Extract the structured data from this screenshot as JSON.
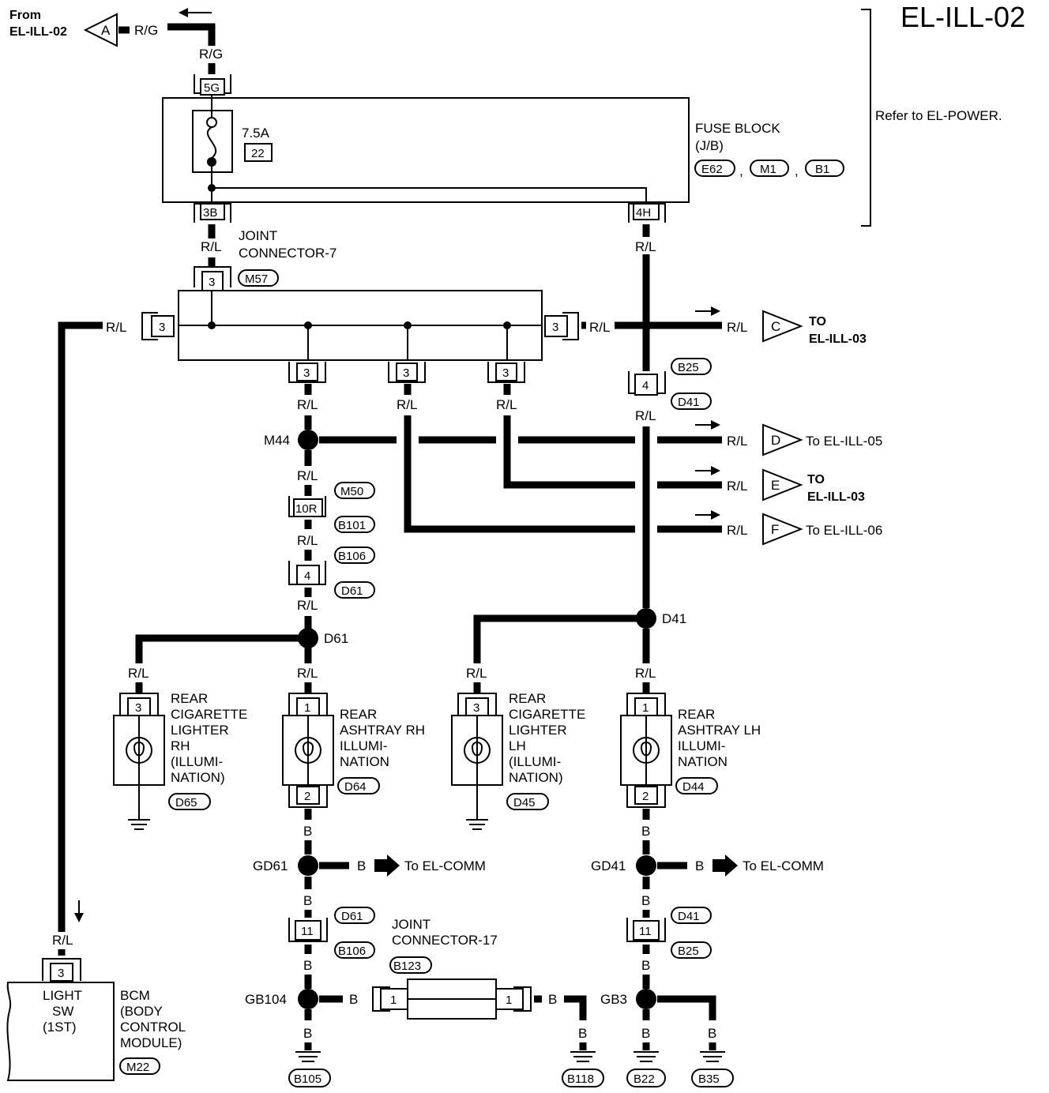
{
  "title": "EL-ILL-02",
  "from": {
    "label": "From",
    "ref": "EL-ILL-02",
    "connector": "A"
  },
  "refer_note": "Refer to EL-POWER.",
  "fuse_block": {
    "title_line1": "FUSE BLOCK",
    "title_line2": "(J/B)",
    "rating": "7.5A",
    "number": "22",
    "connectors": [
      "E62",
      "M1",
      "B1"
    ],
    "pins": {
      "in": "5G",
      "out_left": "3B",
      "out_right": "4H"
    }
  },
  "joint_connector_7": {
    "line1": "JOINT",
    "line2": "CONNECTOR-7",
    "code": "M57",
    "pin": "3"
  },
  "joint_connector_17": {
    "line1": "JOINT",
    "line2": "CONNECTOR-17",
    "code": "B123",
    "pin": "1"
  },
  "wire_colors": {
    "rg": "R/G",
    "rl": "R/L",
    "b": "B"
  },
  "outputs": [
    {
      "letter": "C",
      "line1": "TO",
      "line2": "EL-ILL-03"
    },
    {
      "letter": "D",
      "line1": "To EL-ILL-05"
    },
    {
      "letter": "E",
      "line1": "TO",
      "line2": "EL-ILL-03"
    },
    {
      "letter": "F",
      "line1": "To EL-ILL-06"
    }
  ],
  "splices": {
    "m44": "M44",
    "d61": "D61",
    "d41": "D41",
    "gd61": "GD61",
    "gd41": "GD41",
    "gb104": "GB104",
    "gb3": "GB3"
  },
  "to_comm": "To EL-COMM",
  "connector_codes": {
    "b25": "B25",
    "d41": "D41",
    "m50": "M50",
    "b101": "B101",
    "b106": "B106",
    "d61": "D61",
    "d65": "D65",
    "d64": "D64",
    "d45": "D45",
    "d44": "D44",
    "m22": "M22"
  },
  "pins": {
    "p3": "3",
    "p4": "4",
    "p10r": "10R",
    "p1": "1",
    "p2": "2",
    "p11": "11"
  },
  "components": {
    "cig_rh": [
      "REAR",
      "CIGARETTE",
      "LIGHTER",
      "RH",
      "(ILLUMI-",
      "NATION)"
    ],
    "ash_rh": [
      "REAR",
      "ASHTRAY RH",
      "ILLUMI-",
      "NATION"
    ],
    "cig_lh": [
      "REAR",
      "CIGARETTE",
      "LIGHTER",
      "LH",
      "(ILLUMI-",
      "NATION)"
    ],
    "ash_lh": [
      "REAR",
      "ASHTRAY LH",
      "ILLUMI-",
      "NATION"
    ]
  },
  "bcm": {
    "inner": [
      "LIGHT",
      "SW",
      "(1ST)"
    ],
    "label": [
      "BCM",
      "(BODY",
      "CONTROL",
      "MODULE)"
    ]
  },
  "grounds": [
    "B105",
    "B118",
    "B22",
    "B35"
  ]
}
